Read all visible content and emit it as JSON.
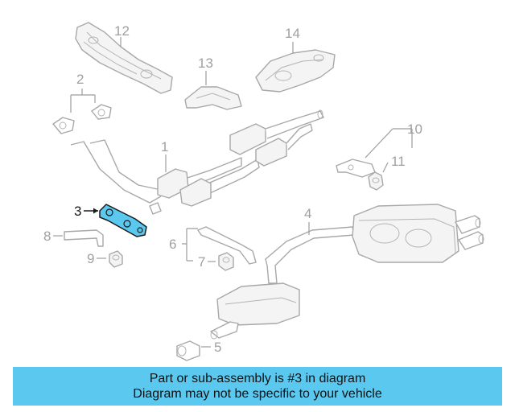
{
  "callouts": {
    "c1": "1",
    "c2": "2",
    "c3": "3",
    "c4": "4",
    "c5": "5",
    "c6": "6",
    "c7": "7",
    "c8": "8",
    "c9": "9",
    "c10": "10",
    "c11": "11",
    "c12": "12",
    "c13": "13",
    "c14": "14"
  },
  "highlighted_part": "3",
  "banner": {
    "line1": "Part or sub-assembly is #3 in diagram",
    "line2": "Diagram may not be specific to your vehicle"
  },
  "colors": {
    "highlight": "#5bc8f0",
    "banner_background": "#5bc8f0",
    "line_art": "#a8a8a8",
    "highlight_outline": "#1a1a1a"
  }
}
